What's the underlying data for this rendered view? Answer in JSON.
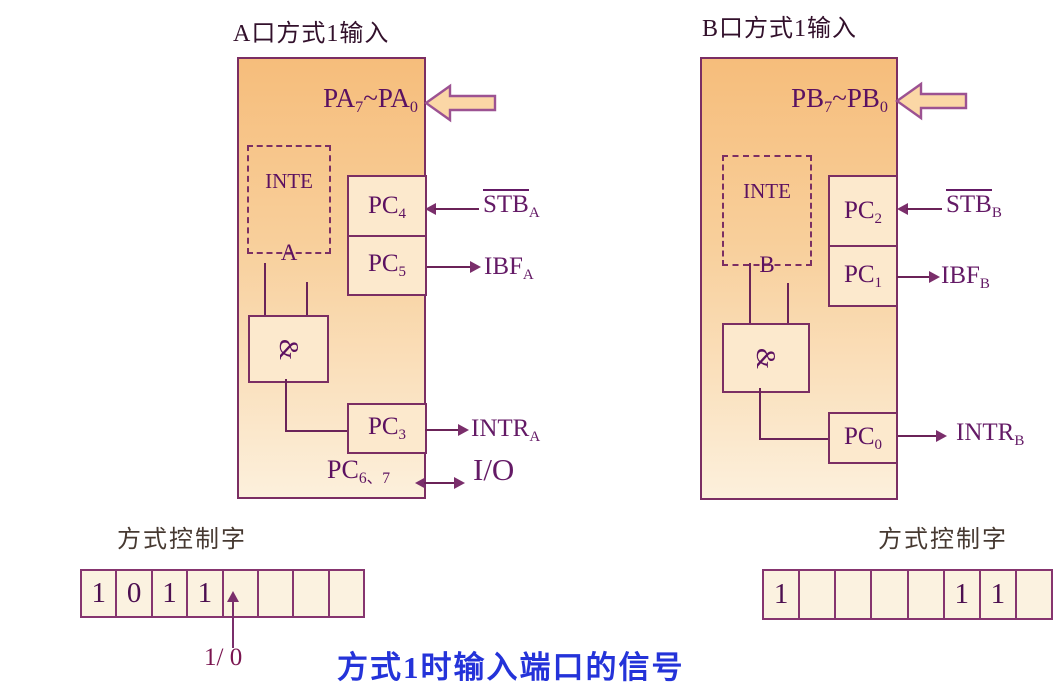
{
  "colors": {
    "box_border": "#7b2e63",
    "box_fill_top": "#f6bd7b",
    "box_fill_bottom": "#fcf0dc",
    "inner_box_fill": "#fce9cd",
    "line": "#6b2358",
    "arrow": "#7a2e6b",
    "label_text": "#5c1160",
    "bus_arrow_fill": "#fbd7a6",
    "bus_arrow_stroke": "#9c5292",
    "caption_blue": "#2433d9"
  },
  "port_a": {
    "title": "A口方式1输入",
    "bus_label": [
      {
        "t": "PA"
      },
      {
        "t": "7",
        "sub": true
      },
      {
        "t": "~PA"
      },
      {
        "t": "0",
        "sub": true
      }
    ],
    "inte_label": "INTE",
    "inte_suffix": "A",
    "and_label": "&",
    "pc_stb": [
      {
        "t": "PC"
      },
      {
        "t": "4",
        "sub": true
      }
    ],
    "pc_ibf": [
      {
        "t": "PC"
      },
      {
        "t": "5",
        "sub": true
      }
    ],
    "pc_intr": [
      {
        "t": "PC"
      },
      {
        "t": "3",
        "sub": true
      }
    ],
    "pc_io": [
      {
        "t": "PC"
      },
      {
        "t": "6、7",
        "sub": true
      }
    ],
    "stb_label": [
      {
        "t": "STB",
        "over": true
      },
      {
        "t": "A",
        "sub": true
      }
    ],
    "ibf_label": [
      {
        "t": "IBF"
      },
      {
        "t": "A",
        "sub": true
      }
    ],
    "intr_label": [
      {
        "t": "INTR"
      },
      {
        "t": "A",
        "sub": true
      }
    ],
    "io_label": "I/O"
  },
  "port_b": {
    "title": "B口方式1输入",
    "bus_label": [
      {
        "t": "PB"
      },
      {
        "t": "7",
        "sub": true
      },
      {
        "t": "~PB"
      },
      {
        "t": "0",
        "sub": true
      }
    ],
    "inte_label": "INTE",
    "inte_suffix": "B",
    "and_label": "&",
    "pc_stb": [
      {
        "t": "PC"
      },
      {
        "t": "2",
        "sub": true
      }
    ],
    "pc_ibf": [
      {
        "t": "PC"
      },
      {
        "t": "1",
        "sub": true
      }
    ],
    "pc_intr": [
      {
        "t": "PC"
      },
      {
        "t": "0",
        "sub": true
      }
    ],
    "stb_label": [
      {
        "t": "STB",
        "over": true
      },
      {
        "t": "B",
        "sub": true
      }
    ],
    "ibf_label": [
      {
        "t": "IBF"
      },
      {
        "t": "B",
        "sub": true
      }
    ],
    "intr_label": [
      {
        "t": "INTR"
      },
      {
        "t": "B",
        "sub": true
      }
    ]
  },
  "control_word_a": {
    "label": "方式控制字",
    "bits": [
      "1",
      "0",
      "1",
      "1",
      "",
      "",
      "",
      ""
    ],
    "pointer_label": "1/ 0"
  },
  "control_word_b": {
    "label": "方式控制字",
    "bits": [
      "1",
      "",
      "",
      "",
      "",
      "1",
      "1",
      ""
    ]
  },
  "caption": "方式1时输入端口的信号"
}
